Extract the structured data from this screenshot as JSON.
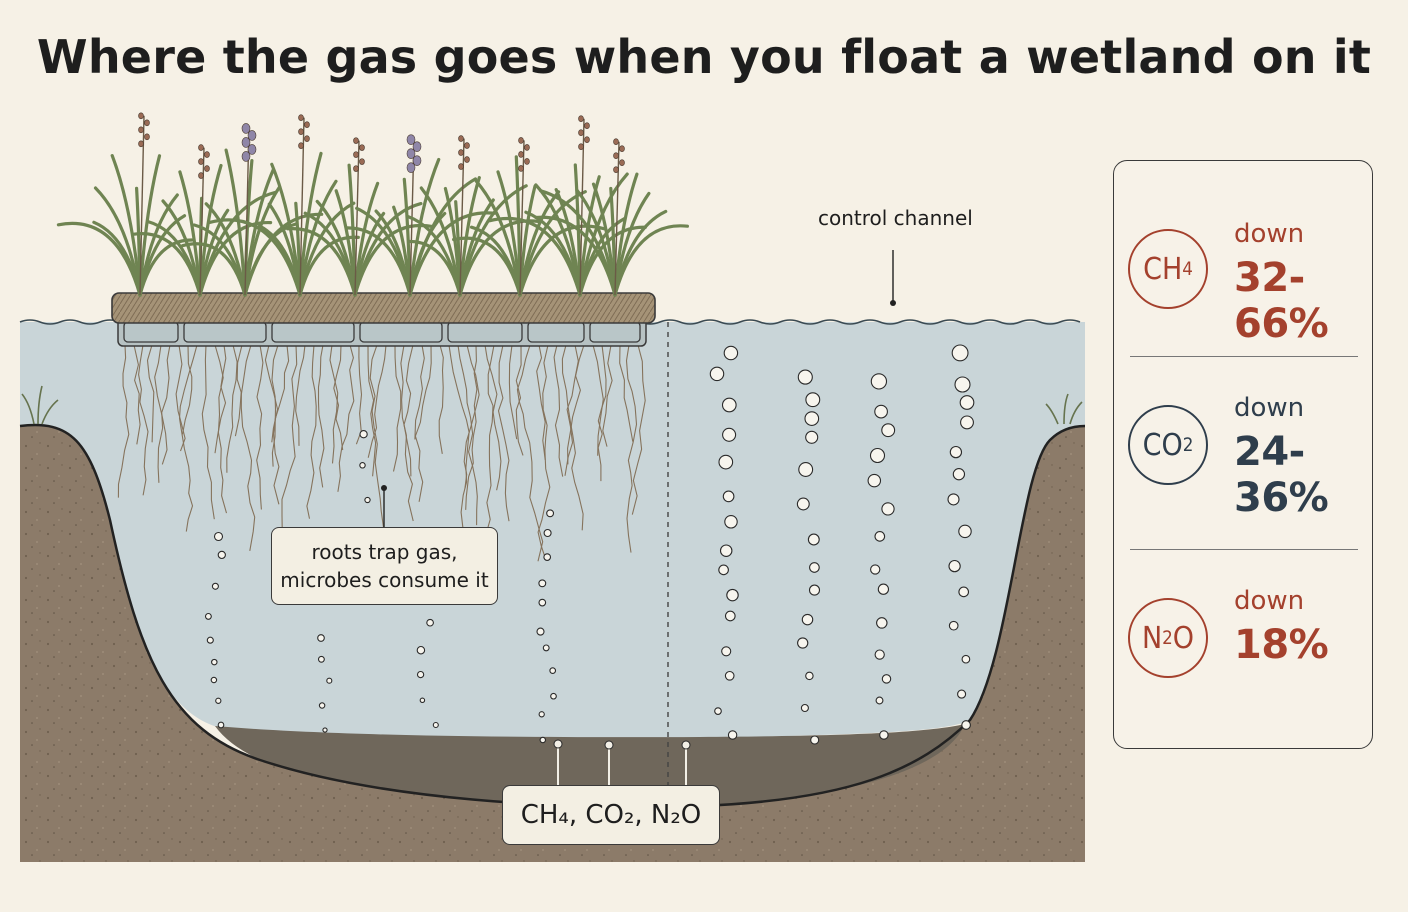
{
  "title": "Where the gas goes when you float a wetland on it",
  "labels": {
    "control_channel": "control channel",
    "roots_callout_line1": "roots trap gas,",
    "roots_callout_line2": "microbes consume it",
    "gases": "CH₄, CO₂, N₂O"
  },
  "stats": [
    {
      "gas": "CH",
      "sub": "4",
      "direction": "down",
      "value": "32-66%",
      "color": "#a4412d"
    },
    {
      "gas": "CO",
      "sub": "2",
      "direction": "down",
      "value": "24-36%",
      "color": "#2f3e4c"
    },
    {
      "gas": "N",
      "sub": "2",
      "gas_tail": "O",
      "direction": "down",
      "value": "18%",
      "color": "#a4412d"
    }
  ],
  "colors": {
    "water": "#c9d5d8",
    "soil": "#8c7a68",
    "sediment": "#6e6559",
    "plant": "#7d8f5e",
    "flower": "#8f86a8"
  }
}
